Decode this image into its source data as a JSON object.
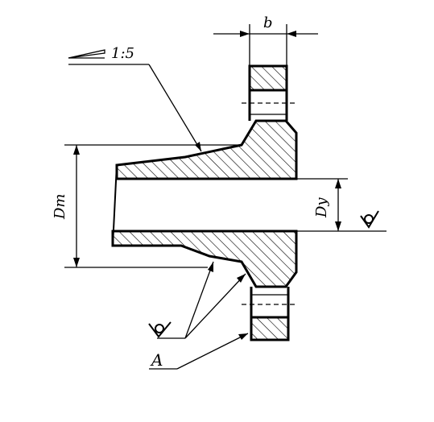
{
  "labels": {
    "b": "b",
    "taper": "1:5",
    "dm": "Dm",
    "dy": "Dy",
    "a": "A"
  },
  "icons": [
    "weld-symbol-icon",
    "weld-symbol-icon"
  ],
  "colors": {
    "ink": "#000000",
    "paper": "#ffffff"
  }
}
